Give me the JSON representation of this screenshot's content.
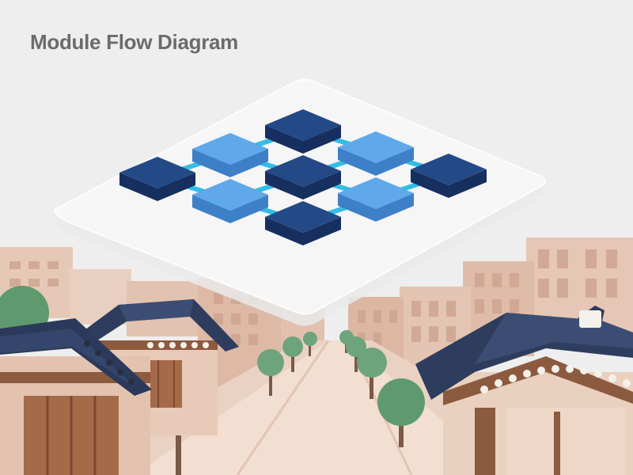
{
  "page": {
    "title": "Module Flow Diagram"
  },
  "diagram": {
    "layout": "isometric-grid",
    "modules": [
      {
        "id": "m-top",
        "row": 0,
        "col": 0,
        "shade": "dark"
      },
      {
        "id": "m-upper-left",
        "row": 1,
        "col": 0,
        "shade": "light"
      },
      {
        "id": "m-upper-right",
        "row": 0,
        "col": 1,
        "shade": "light"
      },
      {
        "id": "m-far-left",
        "row": 2,
        "col": 0,
        "shade": "dark"
      },
      {
        "id": "m-center",
        "row": 1,
        "col": 1,
        "shade": "dark"
      },
      {
        "id": "m-far-right",
        "row": 0,
        "col": 2,
        "shade": "dark"
      },
      {
        "id": "m-lower-left",
        "row": 2,
        "col": 1,
        "shade": "light"
      },
      {
        "id": "m-lower-right",
        "row": 1,
        "col": 2,
        "shade": "light"
      },
      {
        "id": "m-bottom",
        "row": 2,
        "col": 2,
        "shade": "dark"
      }
    ],
    "connections": [
      [
        "m-top",
        "m-upper-left"
      ],
      [
        "m-top",
        "m-upper-right"
      ],
      [
        "m-upper-left",
        "m-far-left"
      ],
      [
        "m-upper-left",
        "m-center"
      ],
      [
        "m-upper-right",
        "m-center"
      ],
      [
        "m-upper-right",
        "m-far-right"
      ],
      [
        "m-far-left",
        "m-lower-left"
      ],
      [
        "m-center",
        "m-lower-left"
      ],
      [
        "m-center",
        "m-lower-right"
      ],
      [
        "m-far-right",
        "m-lower-right"
      ],
      [
        "m-lower-left",
        "m-bottom"
      ],
      [
        "m-lower-right",
        "m-bottom"
      ]
    ]
  },
  "colors": {
    "background": "#eeeeee",
    "title": "#6b6b6b",
    "platform": "#f7f7f7",
    "module_dark_top": "#234a86",
    "module_dark_side": "#162f5f",
    "module_light_top": "#5fa8ea",
    "module_light_side": "#3d80c8",
    "connector": "#33bde6",
    "roof": "#2e3d5e",
    "building": "#e3c6b6",
    "tree": "#5f9a6e",
    "street": "#f1ddcf"
  }
}
